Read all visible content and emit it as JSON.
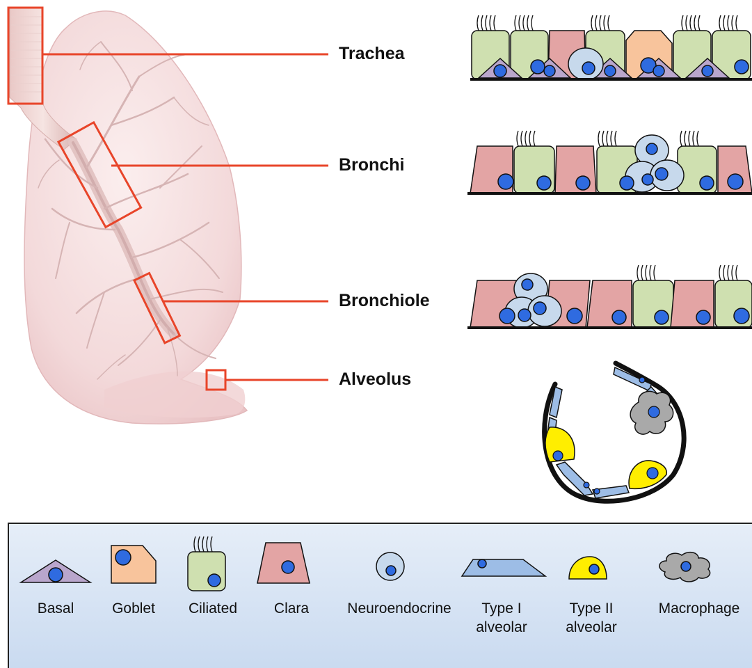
{
  "regions": [
    {
      "id": "trachea",
      "label": "Trachea"
    },
    {
      "id": "bronchi",
      "label": "Bronchi"
    },
    {
      "id": "bronchiole",
      "label": "Bronchiole"
    },
    {
      "id": "alveolus",
      "label": "Alveolus"
    }
  ],
  "legend": {
    "basal": "Basal",
    "goblet": "Goblet",
    "ciliated": "Ciliated",
    "clara": "Clara",
    "neuroendocrine": "Neuroendocrine",
    "type1": {
      "line1": "Type I",
      "line2": "alveolar"
    },
    "type2": {
      "line1": "Type II",
      "line2": "alveolar"
    },
    "macrophage": "Macrophage"
  },
  "colors": {
    "callout": "#e8452a",
    "basal": "#b9a6cc",
    "goblet": "#f8c49c",
    "ciliated": "#cfe0b0",
    "clara": "#e3a4a4",
    "neuroendocrine": "#c7d9ec",
    "nucleus": "#2f6be0",
    "type1": "#9dbde6",
    "type2": "#ffee00",
    "macrophage": "#a9a9a9",
    "legend_bg": "#dde8f6",
    "lung": "#f4dcdc"
  }
}
